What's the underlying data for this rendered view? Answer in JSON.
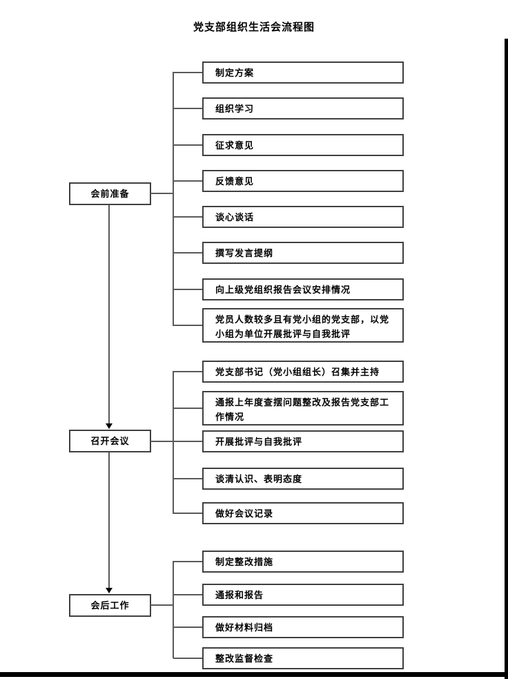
{
  "title": "党支部组织生活会流程图",
  "stages": [
    {
      "label": "会前准备",
      "steps": [
        "制定方案",
        "组织学习",
        "征求意见",
        "反馈意见",
        "谈心谈话",
        "撰写发言提纲",
        "向上级党组织报告会议安排情况",
        "党员人数较多且有党小组的党支部，以党小组为单位开展批评与自我批评"
      ]
    },
    {
      "label": "召开会议",
      "steps": [
        "党支部书记（党小组组长）召集并主持",
        "通报上年度查摆问题整改及报告党支部工作情况",
        "开展批评与自我批评",
        "谈清认识、表明态度",
        "做好会议记录"
      ]
    },
    {
      "label": "会后工作",
      "steps": [
        "制定整改措施",
        "通报和报告",
        "做好材料归档",
        "整改监督检查"
      ]
    }
  ],
  "colors": {
    "box_border": "#3f3f3f",
    "connector_line": "#595959",
    "text": "#000000",
    "background": "#ffffff",
    "page_edge": "#000000"
  }
}
